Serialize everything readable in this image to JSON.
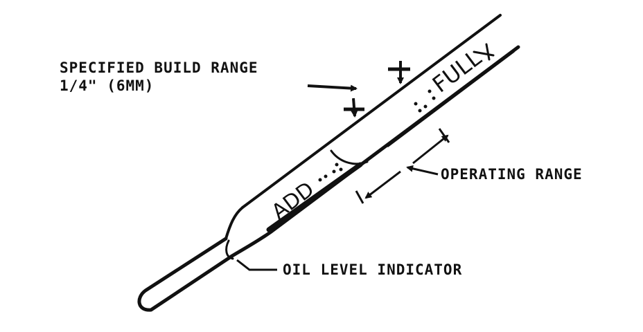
{
  "labels": {
    "build_range_line1": "SPECIFIED BUILD RANGE",
    "build_range_line2": "1/4\" (6MM)",
    "operating_range": "OPERATING RANGE",
    "oil_level_indicator": "OIL LEVEL INDICATOR"
  },
  "stick_marks": {
    "add": "ADD",
    "full": "FULL"
  },
  "colors": {
    "ink": "#111111",
    "background": "#ffffff"
  }
}
